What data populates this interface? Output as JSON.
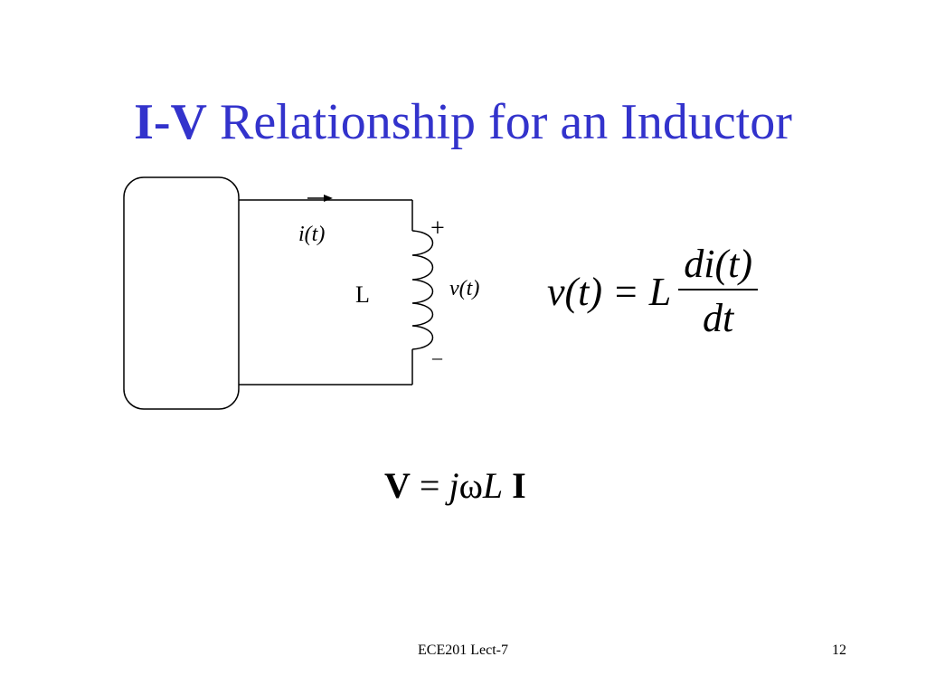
{
  "slide": {
    "title_bold": "I-V",
    "title_rest": " Relationship for an Inductor",
    "title_color": "#3333cc"
  },
  "circuit": {
    "current_label": "i(t)",
    "plus_label": "+",
    "minus_label": "–",
    "inductor_label": "L",
    "voltage_label": "v(t)"
  },
  "equation": {
    "lhs": "v(t) = L",
    "numerator": "di(t)",
    "denominator": "dt"
  },
  "phasor": {
    "V": "V",
    "equals": " = ",
    "j": "j",
    "omega": "ω",
    "L": "L",
    "I": " I"
  },
  "footer": {
    "course": "ECE201 Lect-7",
    "page_number": "12"
  }
}
